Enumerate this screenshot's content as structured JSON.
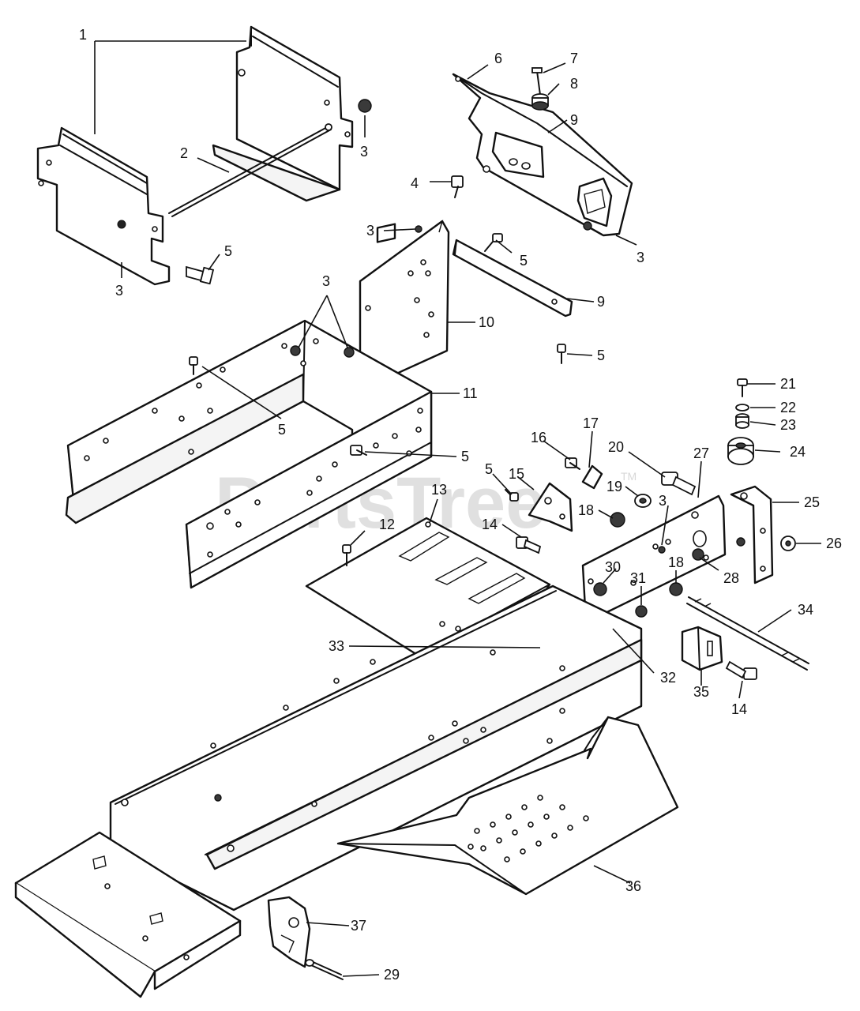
{
  "watermark": {
    "text": "PartsTree",
    "trademark": "TM"
  },
  "callouts": {
    "c1": "1",
    "c2": "2",
    "c3a": "3",
    "c3b": "3",
    "c3c": "3",
    "c3d": "3",
    "c3e": "3",
    "c3f": "3",
    "c4": "4",
    "c5a": "5",
    "c5b": "5",
    "c5c": "5",
    "c5d": "5",
    "c5e": "5",
    "c5f": "5",
    "c6": "6",
    "c7": "7",
    "c8": "8",
    "c9a": "9",
    "c9b": "9",
    "c10": "10",
    "c11": "11",
    "c12": "12",
    "c13": "13",
    "c14a": "14",
    "c14b": "14",
    "c15": "15",
    "c16": "16",
    "c17": "17",
    "c18a": "18",
    "c18b": "18",
    "c19": "19",
    "c20": "20",
    "c21": "21",
    "c22": "22",
    "c23": "23",
    "c24": "24",
    "c25": "25",
    "c26": "26",
    "c27": "27",
    "c28": "28",
    "c29": "29",
    "c30": "30",
    "c31": "31",
    "c32": "32",
    "c33": "33",
    "c34": "34",
    "c35": "35",
    "c36": "36",
    "c37": "37"
  }
}
